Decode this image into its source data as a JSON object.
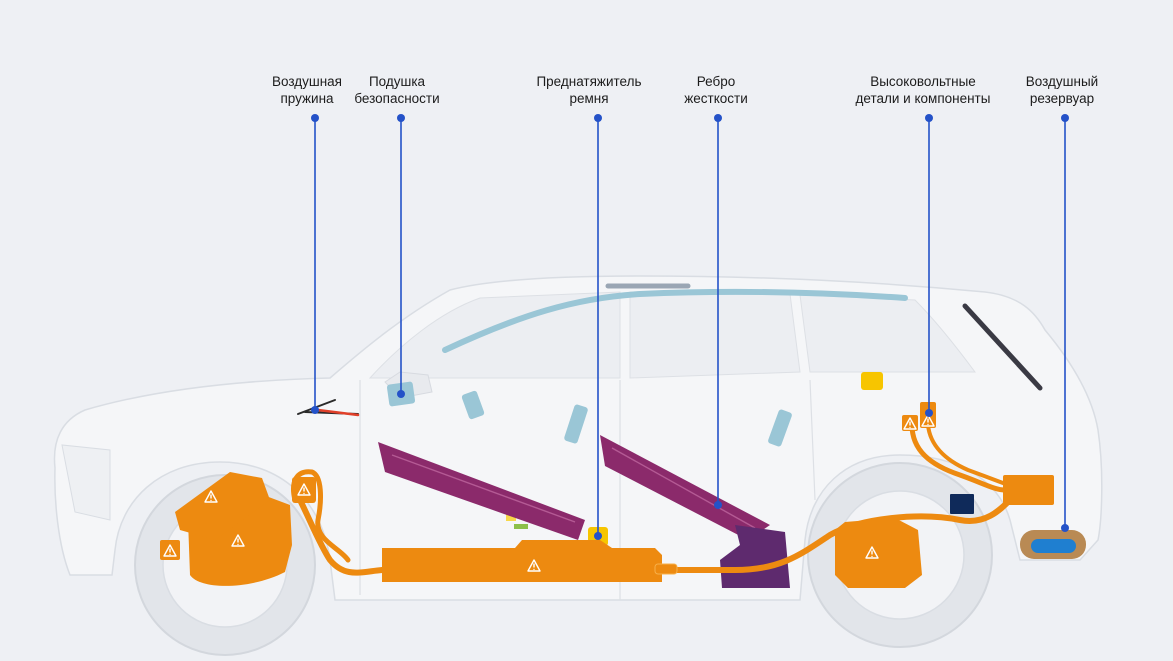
{
  "colors": {
    "background": "#eef0f4",
    "car_body": "#f5f6f8",
    "car_outline": "#d9dde3",
    "tire": "#e2e5ea",
    "callout_line": "#2452c8",
    "high_voltage": "#ed8a10",
    "reinforcement": "#8b2a6b",
    "reinforcement_dark": "#5e2a6e",
    "airbag": "#9ac6d6",
    "belt_tensioner": "#f7c500",
    "air_reservoir": "#b98a54",
    "air_reservoir_inner": "#1f7fd0",
    "air_spring": "#e0402a",
    "navy_part": "#0f2a5a"
  },
  "icons": {
    "warning": "high-voltage-warning-icon"
  },
  "callouts": [
    {
      "id": "air-spring",
      "lines": [
        "Воздушная",
        "пружина"
      ]
    },
    {
      "id": "airbag",
      "lines": [
        "Подушка",
        "безопасности"
      ]
    },
    {
      "id": "belt-tensioner",
      "lines": [
        "Преднатяжитель",
        "ремня"
      ]
    },
    {
      "id": "stiffening-rib",
      "lines": [
        "Ребро",
        "жесткости"
      ]
    },
    {
      "id": "high-voltage",
      "lines": [
        "Высоковольтные",
        "детали и компоненты"
      ]
    },
    {
      "id": "air-reservoir",
      "lines": [
        "Воздушный",
        "резервуар"
      ]
    }
  ]
}
